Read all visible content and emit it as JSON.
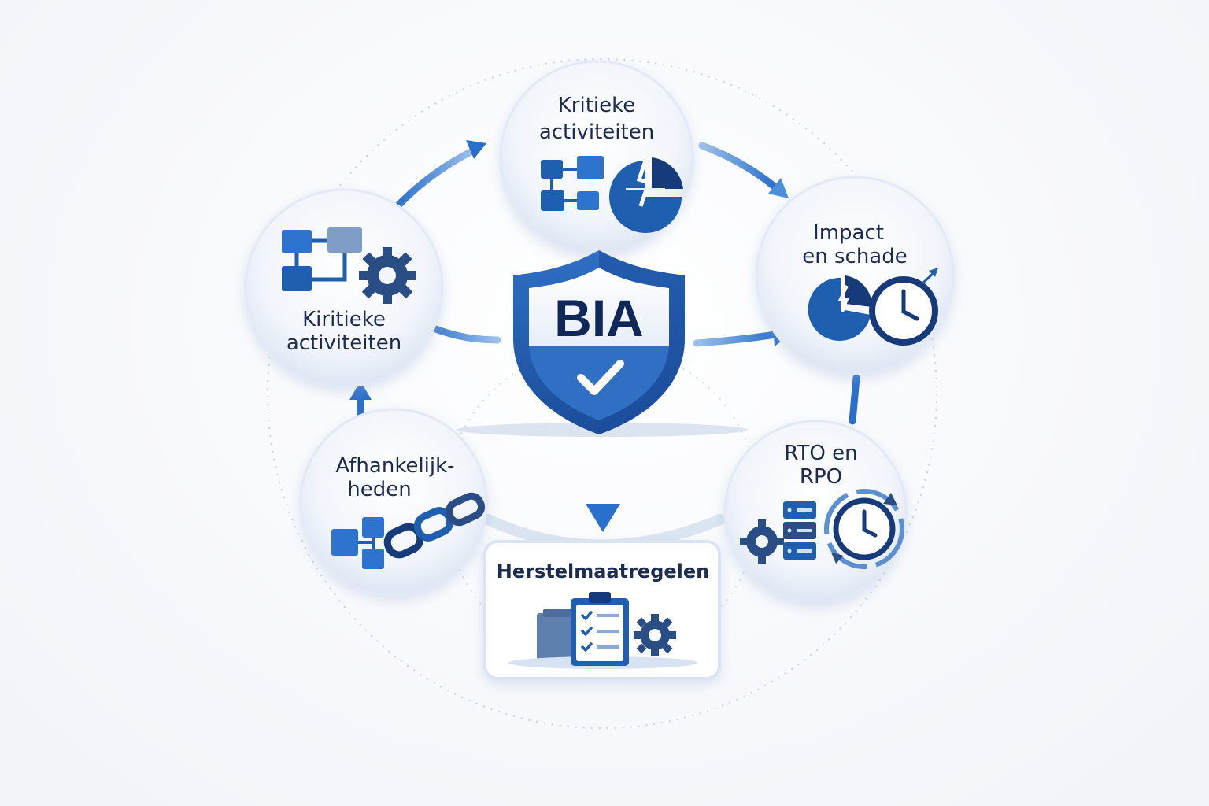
{
  "center": {
    "label": "BIA"
  },
  "nodes": {
    "top": {
      "line1": "Kritieke",
      "line2": "activiteiten"
    },
    "left": {
      "line1": "Kiritieke",
      "line2": "activiteiten"
    },
    "right": {
      "line1": "Impact",
      "line2": "en schade"
    },
    "bottom_right": {
      "line1": "RTO en",
      "line2": "RPO"
    },
    "bottom_left": {
      "line1": "Afhankelijk-",
      "line2": "heden"
    },
    "bottom": {
      "label": "Herstelmaatregelen"
    }
  },
  "colors": {
    "primary": "#1f5fb0",
    "dark": "#163a7a",
    "light": "#5b9be0",
    "text": "#1d2b4f"
  },
  "icons": [
    "process-flow-icon",
    "broken-pie-chart-icon",
    "gear-icon",
    "pie-chart-lightning-icon",
    "clock-icon",
    "server-stack-icon",
    "chain-link-icon",
    "clipboard-checklist-icon",
    "folder-icon",
    "shield-check-icon"
  ]
}
